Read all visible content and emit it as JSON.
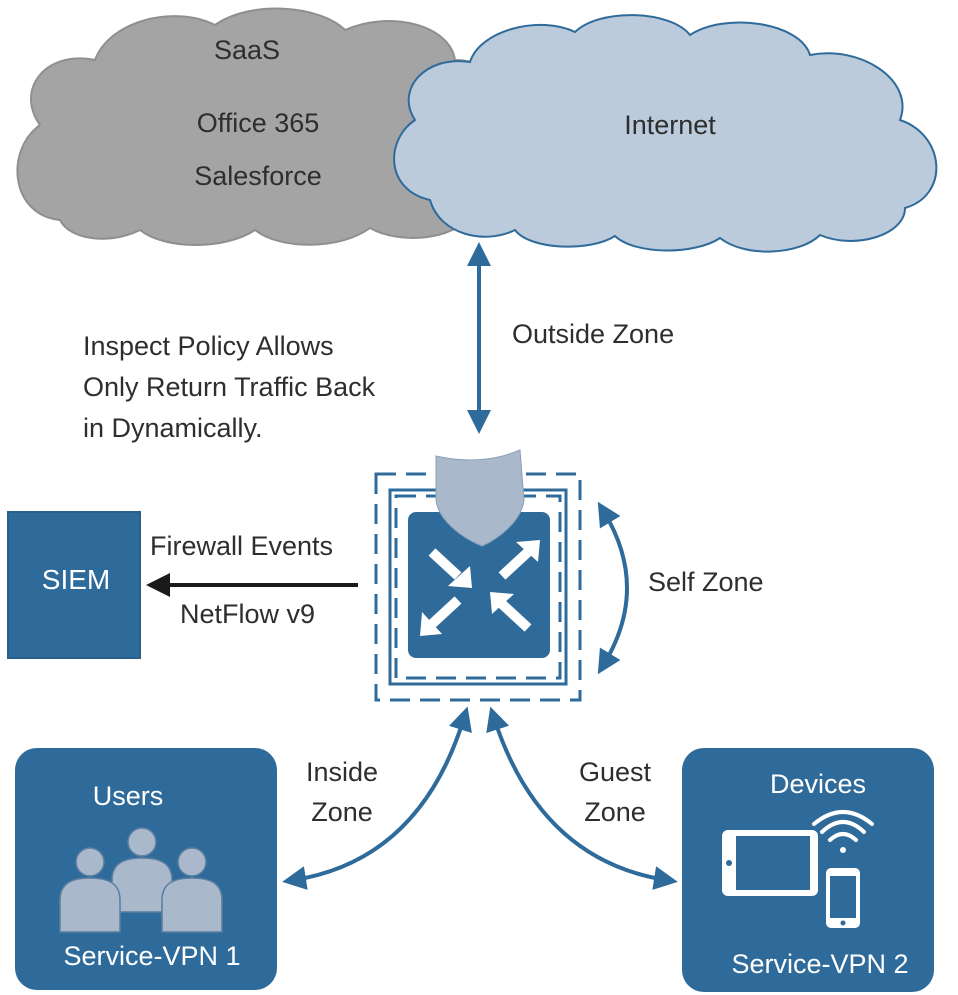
{
  "clouds": {
    "saas": {
      "title": "SaaS",
      "items": [
        "Office 365",
        "Salesforce"
      ]
    },
    "internet": {
      "label": "Internet"
    }
  },
  "zones": {
    "outside": "Outside Zone",
    "self": "Self Zone",
    "inside": "Inside\nZone",
    "guest": "Guest\nZone"
  },
  "policy_note": "Inspect Policy Allows\nOnly Return Traffic Back\nin Dynamically.",
  "siem": {
    "label": "SIEM",
    "events_label": "Firewall Events",
    "netflow_label": "NetFlow v9"
  },
  "service_vpn_1": {
    "title": "Users",
    "label": "Service-VPN 1"
  },
  "service_vpn_2": {
    "title": "Devices",
    "label": "Service-VPN 2"
  },
  "colors": {
    "primary_blue": "#2f6b9a",
    "internet_cloud": "#bccbdc",
    "saas_cloud": "#a3a3a3",
    "shield": "#a9b8cb",
    "user_figure": "#a9b8cb"
  }
}
